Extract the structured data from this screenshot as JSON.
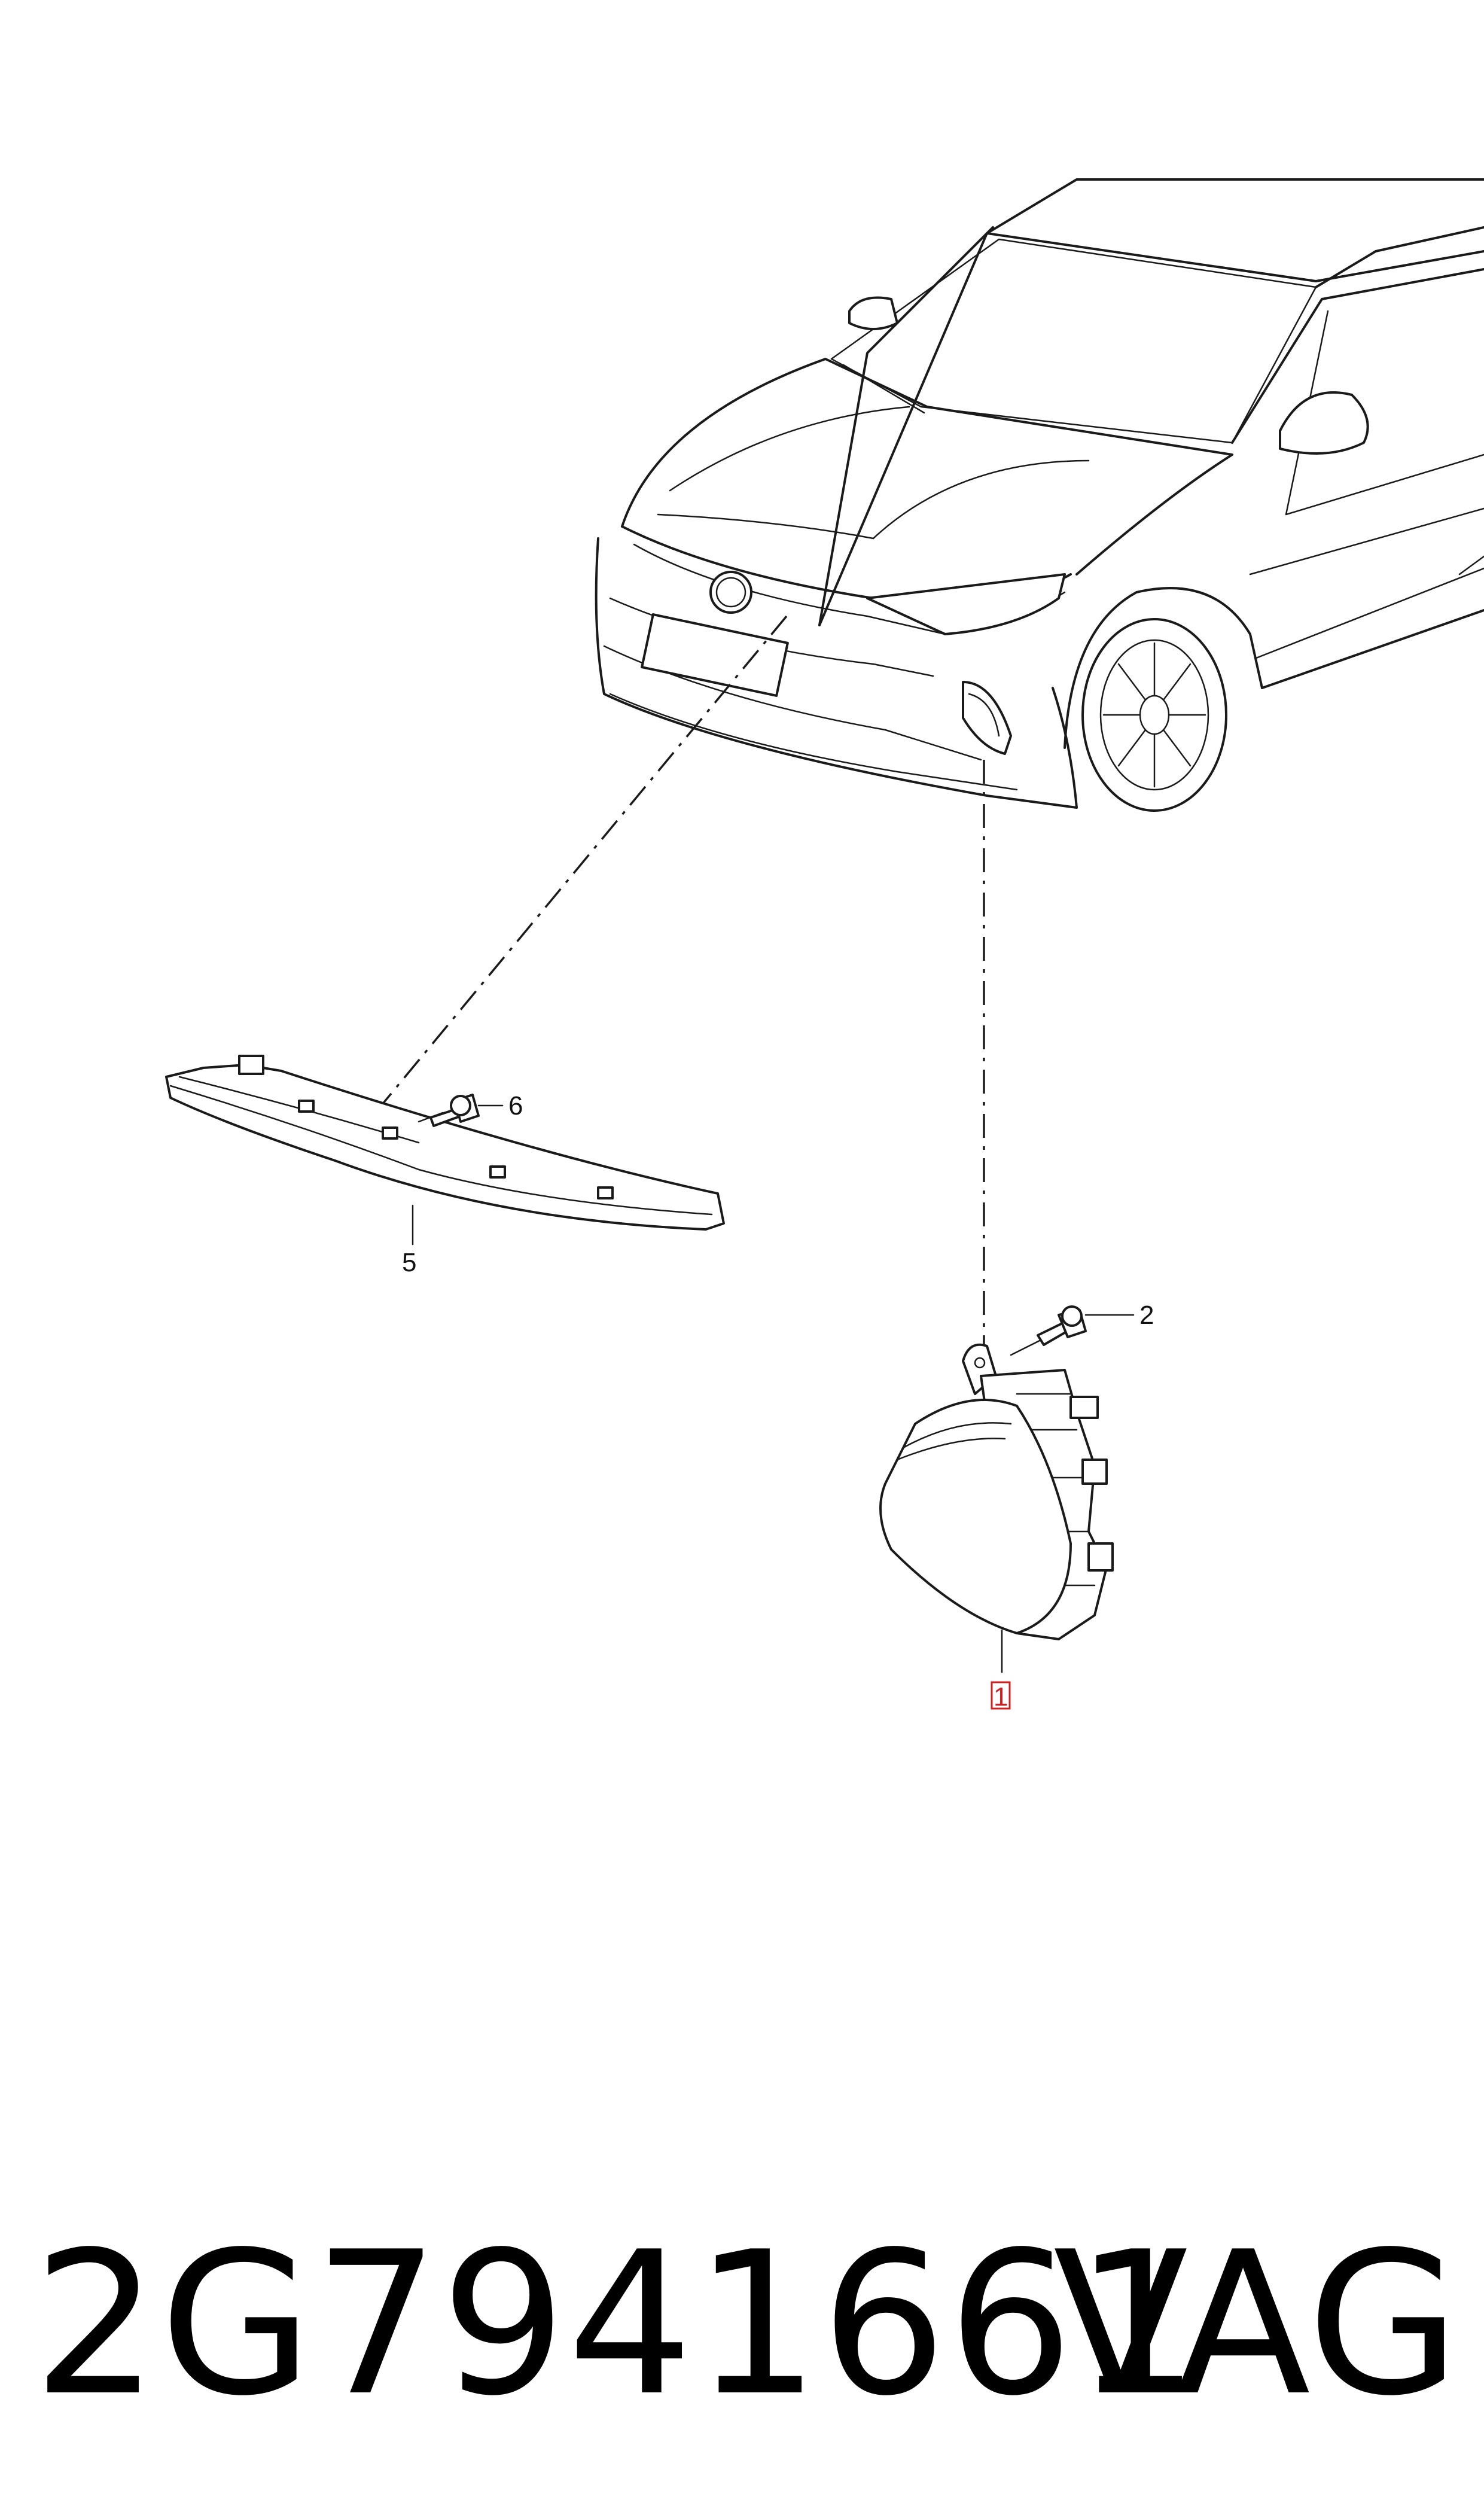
{
  "diagram": {
    "callouts": [
      {
        "id": "callout-1",
        "label": "1",
        "highlighted": true
      },
      {
        "id": "callout-2",
        "label": "2",
        "highlighted": false
      },
      {
        "id": "callout-5",
        "label": "5",
        "highlighted": false
      },
      {
        "id": "callout-6",
        "label": "6",
        "highlighted": false
      }
    ],
    "highlight_color": "#d11f1f"
  },
  "footer": {
    "part_number": "2G7941661",
    "brand": "VAG"
  }
}
